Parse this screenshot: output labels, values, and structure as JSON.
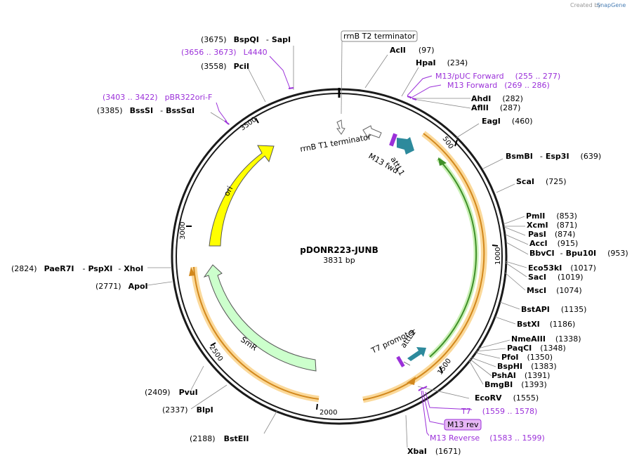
{
  "plasmid": {
    "name": "pDONR223-JUNB",
    "size_label": "3831 bp"
  },
  "credit": {
    "prefix": "Created by",
    "brand": "SnapGene"
  },
  "ticks": [
    "500",
    "1000",
    "1500",
    "2000",
    "2500",
    "3000",
    "3500"
  ],
  "features": {
    "rrnb_t1": "rrnB T1 terminator",
    "attl1": "attL1",
    "m13fwd": "M13 fwd",
    "t7promoter": "T7 promoter",
    "attl2": "attL2",
    "ori": "ori",
    "smr": "SmR"
  },
  "labels": {
    "rrnb_t2": "rrnB T2 terminator",
    "acli": {
      "name": "AclI",
      "pos": "(97)"
    },
    "hpai": {
      "name": "HpaI",
      "pos": "(234)"
    },
    "m13puc": {
      "name": "M13/pUC Forward",
      "pos": "(255 .. 277)"
    },
    "m13forward": {
      "name": "M13 Forward",
      "pos": "(269 .. 286)"
    },
    "ahdi": {
      "name": "AhdI",
      "pos": "(282)"
    },
    "aflii": {
      "name": "AflII",
      "pos": "(287)"
    },
    "eagi": {
      "name": "EagI",
      "pos": "(460)"
    },
    "bsmbi": {
      "name": "BsmBI",
      "sep": "-",
      "name2": "Esp3I",
      "pos": "(639)"
    },
    "scai": {
      "name": "ScaI",
      "pos": "(725)"
    },
    "pmli": {
      "name": "PmlI",
      "pos": "(853)"
    },
    "xcmi": {
      "name": "XcmI",
      "pos": "(871)"
    },
    "pasi": {
      "name": "PasI",
      "pos": "(874)"
    },
    "acci": {
      "name": "AccI",
      "pos": "(915)"
    },
    "bbvci": {
      "name": "BbvCI",
      "sep": "-",
      "name2": "Bpu10I",
      "pos": "(953)"
    },
    "eco53ki": {
      "name": "Eco53kI",
      "pos": "(1017)"
    },
    "saci": {
      "name": "SacI",
      "pos": "(1019)"
    },
    "msci": {
      "name": "MscI",
      "pos": "(1074)"
    },
    "bstapi": {
      "name": "BstAPI",
      "pos": "(1135)"
    },
    "bstxi": {
      "name": "BstXI",
      "pos": "(1186)"
    },
    "nmeaiii": {
      "name": "NmeAIII",
      "pos": "(1338)"
    },
    "paqci": {
      "name": "PaqCI",
      "pos": "(1348)"
    },
    "pfoi": {
      "name": "PfoI",
      "pos": "(1350)"
    },
    "bsphi": {
      "name": "BspHI",
      "pos": "(1383)"
    },
    "pshai": {
      "name": "PshAI",
      "pos": "(1391)"
    },
    "bmgbi": {
      "name": "BmgBI",
      "pos": "(1393)"
    },
    "ecorv": {
      "name": "EcoRV",
      "pos": "(1555)"
    },
    "t7": {
      "name": "T7",
      "pos": "(1559 .. 1578)"
    },
    "m13rev": "M13 rev",
    "m13reverse": {
      "name": "M13 Reverse",
      "pos": "(1583 .. 1599)"
    },
    "xbai": {
      "name": "XbaI",
      "pos": "(1671)"
    },
    "bsteii": {
      "name": "BstEII",
      "pos": "(2188)"
    },
    "blpi": {
      "name": "BlpI",
      "pos": "(2337)"
    },
    "pvui": {
      "name": "PvuI",
      "pos": "(2409)"
    },
    "apoi": {
      "name": "ApoI",
      "pos": "(2771)"
    },
    "paer7i": {
      "name": "PaeR7I",
      "sep1": "-",
      "name2": "PspXI",
      "sep2": "-",
      "name3": "XhoI",
      "pos": "(2824)"
    },
    "bsssi": {
      "name": "BssSI",
      "sep": "-",
      "name2": "BssSαI",
      "pos": "(3385)"
    },
    "pbr322": {
      "name": "pBR322ori-F",
      "pos": "(3403 .. 3422)"
    },
    "pcii": {
      "name": "PciI",
      "pos": "(3558)"
    },
    "l4440": {
      "name": "L4440",
      "pos": "(3656 .. 3673)"
    },
    "bspqi": {
      "name": "BspQI",
      "sep": "-",
      "name2": "SapI",
      "pos": "(3675)"
    }
  },
  "colors": {
    "backbone": "#1a1a1a",
    "ori": "#ffff00",
    "smr": "#ccffcc",
    "orf_highlight": "#fbd99a",
    "orf_line": "#d2881d",
    "green_line": "#6bc34a",
    "primer": "#9b30d9",
    "attl": "#2d8a9c",
    "rev_box": "#e7b7f5"
  }
}
